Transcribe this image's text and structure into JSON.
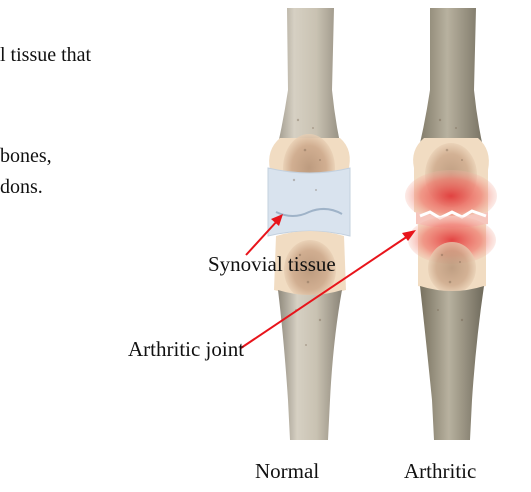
{
  "text": {
    "fragment_1": "l tissue that",
    "fragment_2": "bones,",
    "fragment_3": "dons."
  },
  "labels": {
    "synovial": "Synovial tissue",
    "arthritic_joint": "Arthritic joint"
  },
  "captions": {
    "normal": "Normal",
    "arthritic": "Arthritic"
  },
  "colors": {
    "arrow": "#e8141b",
    "cartilage": "#d9e3ee",
    "inflamed": "#e23c3c",
    "bone_marrow": "#f1dcc2",
    "bone_shaft": "#cfc7b6"
  }
}
